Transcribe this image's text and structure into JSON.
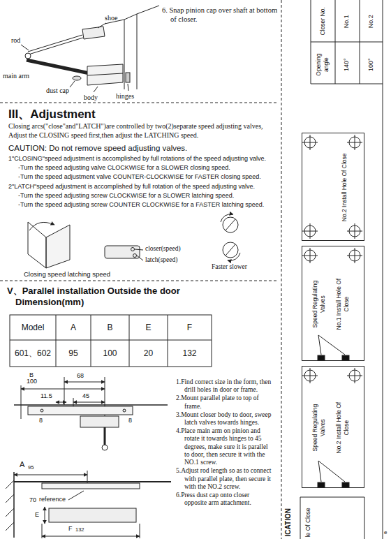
{
  "diagram": {
    "nodes": [
      {
        "text": [
          "No.2 Install Hole Of Close"
        ]
      },
      {
        "text": [
          "Speed Regulating Valves",
          "No.1 Install Hole Of Close"
        ]
      },
      {
        "text": [
          "Speed Regulating Valves",
          "No.2 Install Hole Of Close"
        ]
      }
    ],
    "labels": [
      "6. Snap pinion cap over shaft at bottom of closer.",
      "shoe",
      "rod",
      "main arm",
      "dust cap",
      "body",
      "hinges",
      "III、Adjustment",
      "Closing arcs(\"close\"and\"LATCH\")are controlled by two(2)separate speed adjusting valves, Adjust the CLOSING speed first,then adjust the LATCHING speed.",
      "CAUTION: Do not remove speed adjusting valves.",
      "1\"CLOSING\"speed adjustment is accomplished by full rotations of the speed adjusting valve.",
      "-Turn the speed adjusting valve CLOCKWISE for a SLOWER closing speed.",
      "-Turn the speed adjustment valve COUNTER-CLOCKWISE for FASTER closing speed.",
      "2\"LATCH\"speed adjustment is accomplished by full rotation of the speed adjusting valve.",
      "-Turn the speed adjusting screw CLOCKWISE for a SLOWER latching speed.",
      "-Turn the speed adjusting screw COUNTER CLOCKWISE for a FASTER latching speed.",
      "Closing speed latching speed",
      "closer(speed)",
      "latch(speed)",
      "Faster slower",
      "V、Parallel installation Outside the door Dimension(mm)",
      "Model",
      "A",
      "B",
      "E",
      "F",
      "601、602",
      "95",
      "100",
      "20",
      "132",
      "B",
      "100",
      "68",
      "11.5",
      "45",
      "8",
      "8",
      "A",
      "95",
      "70",
      "reference",
      "E",
      "F",
      "132",
      "1.Find correct size in the form, then drill holes in door or frame.",
      "2.Mount parallel plate to top of frame.",
      "3.Mount closer body to door, sweep latch valves towards hinges.",
      "4.Place main arm on pinion and rotate it towards hinges to 45 degrees, make sure it is parallel to door, then secure it with the NO.1 screw.",
      "5.Adjust rod length so as to connect with parallel plate, then secure it with the NO.2 screw.",
      "6.Press dust cap onto closer opposite arm attachment.",
      "Opening angle",
      "Closer No.",
      "140°",
      "No.1",
      "100°",
      "No.2",
      "ICATION",
      "le Of Close",
      "e"
    ]
  }
}
